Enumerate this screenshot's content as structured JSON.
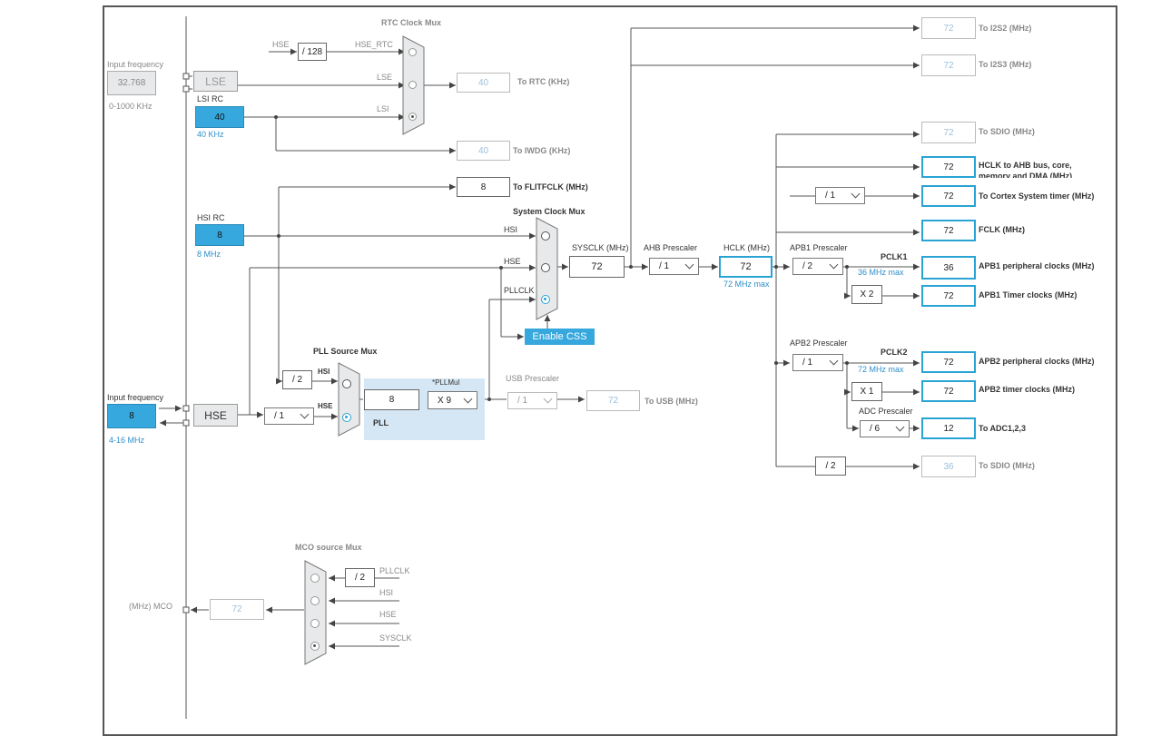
{
  "lse_input": {
    "label": "Input frequency",
    "value": "32.768",
    "range": "0-1000 KHz"
  },
  "lse": {
    "label": "LSE"
  },
  "lsi_rc": {
    "label": "LSI RC",
    "value": "40",
    "unit": "40 KHz"
  },
  "rtc_mux": {
    "title": "RTC Clock Mux",
    "in_hse": "HSE",
    "div": "/ 128",
    "in_hse_rtc": "HSE_RTC",
    "in_lse": "LSE",
    "in_lsi": "LSI"
  },
  "to_rtc": {
    "value": "40",
    "label": "To RTC (KHz)"
  },
  "to_iwdg": {
    "value": "40",
    "label": "To IWDG (KHz)"
  },
  "flitfclk": {
    "value": "8",
    "label": "To FLITFCLK (MHz)"
  },
  "hsi_rc": {
    "label": "HSI RC",
    "value": "8",
    "unit": "8 MHz"
  },
  "sys_mux": {
    "title": "System Clock Mux",
    "in_hsi": "HSI",
    "in_hse": "HSE",
    "in_pll": "PLLCLK"
  },
  "enable_css": "Enable CSS",
  "sysclk": {
    "label": "SYSCLK (MHz)",
    "value": "72"
  },
  "ahb": {
    "label": "AHB Prescaler",
    "value": "/ 1"
  },
  "hclk": {
    "label": "HCLK (MHz)",
    "value": "72",
    "max": "72 MHz max"
  },
  "hse_input": {
    "label": "Input frequency",
    "value": "8",
    "range": "4-16 MHz"
  },
  "hse": {
    "label": "HSE"
  },
  "hse_div": "/ 1",
  "pll_src": {
    "title": "PLL Source Mux",
    "hsi_div": "/ 2",
    "in_hsi": "HSI",
    "in_hse": "HSE"
  },
  "pll": {
    "label": "PLL",
    "value": "8",
    "mul_label": "*PLLMul",
    "mul": "X 9"
  },
  "usb": {
    "label": "USB Prescaler",
    "value": "/ 1",
    "out": "72",
    "out_label": "To USB (MHz)"
  },
  "i2s2": {
    "value": "72",
    "label": "To I2S2 (MHz)"
  },
  "i2s3": {
    "value": "72",
    "label": "To I2S3 (MHz)"
  },
  "sdio1": {
    "value": "72",
    "label": "To SDIO (MHz)"
  },
  "hclk_ahb": {
    "value": "72",
    "label": "HCLK to AHB bus, core, memory and DMA (MHz)"
  },
  "cortex": {
    "div": "/ 1",
    "value": "72",
    "label": "To Cortex System timer (MHz)"
  },
  "fclk": {
    "value": "72",
    "label": "FCLK (MHz)"
  },
  "apb1": {
    "label": "APB1 Prescaler",
    "value": "/ 2",
    "pclk": "PCLK1",
    "max": "36 MHz max",
    "periph": "36",
    "periph_label": "APB1 peripheral clocks (MHz)",
    "timer_mul": "X 2",
    "timer": "72",
    "timer_label": "APB1 Timer clocks (MHz)"
  },
  "apb2": {
    "label": "APB2 Prescaler",
    "value": "/ 1",
    "pclk": "PCLK2",
    "max": "72 MHz max",
    "periph": "72",
    "periph_label": "APB2 peripheral clocks (MHz)",
    "timer_mul": "X 1",
    "timer": "72",
    "timer_label": "APB2 timer clocks (MHz)"
  },
  "adc": {
    "label": "ADC Prescaler",
    "value": "/ 6",
    "out": "12",
    "out_label": "To ADC1,2,3"
  },
  "sdio2": {
    "div": "/ 2",
    "value": "36",
    "label": "To SDIO (MHz)"
  },
  "mco": {
    "title": "MCO source Mux",
    "div": "/ 2",
    "in_pll": "PLLCLK",
    "in_hsi": "HSI",
    "in_hse": "HSE",
    "in_sys": "SYSCLK",
    "label": "(MHz) MCO",
    "value": "72"
  }
}
